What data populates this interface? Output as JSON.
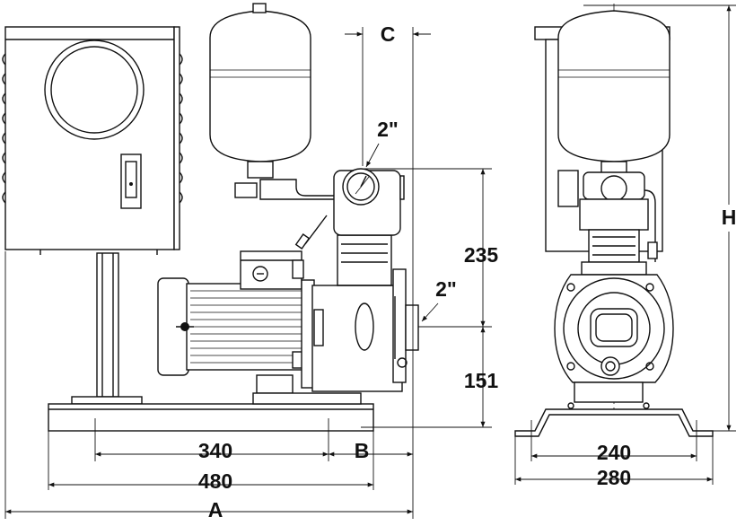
{
  "dimensions": {
    "base_inner": "340",
    "base_outer": "480",
    "overall_length": "A",
    "offset_b": "B",
    "offset_c": "C",
    "inlet_size": "2\"",
    "outlet_size": "2\"",
    "outlet_height": "235",
    "inlet_height": "151",
    "foot_inner": "240",
    "foot_outer": "280",
    "overall_height": "H"
  }
}
